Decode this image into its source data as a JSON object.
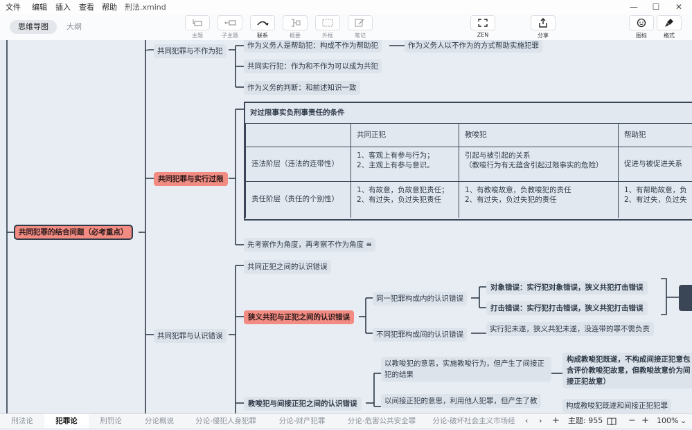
{
  "menu": [
    "文件",
    "编辑",
    "插入",
    "查看",
    "帮助"
  ],
  "filename": "刑法.xmind",
  "window_controls": [
    "—",
    "☐",
    "✕"
  ],
  "views": {
    "mindmap": "思维导图",
    "outline": "大纲"
  },
  "toolbar": {
    "topic": "主题",
    "subtopic": "子主题",
    "relation": "联系",
    "summary": "概要",
    "boundary": "外框",
    "note": "笔记",
    "zen": "ZEN",
    "share": "分享",
    "icons": "图标",
    "format": "格式"
  },
  "map": {
    "root": "共同犯罪的结合问题（必考重点）",
    "b1": {
      "title": "共同犯罪与不作为犯",
      "c1": "作为义务人是帮助犯：构成不作为帮助犯",
      "c1a": "作为义务人以不作为的方式帮助实施犯罪",
      "c2": "共同实行犯：作为和不作为可以成为共犯",
      "c3": "作为义务的判断：和前述知识一致"
    },
    "b2": {
      "title": "共同犯罪与实行过限",
      "table": {
        "title": "对过限事实负刑事责任的条件",
        "headers": [
          "",
          "共同正犯",
          "教唆犯",
          "帮助犯"
        ],
        "rows": [
          [
            "违法阶层（违法的连带性）",
            "1、客观上有参与行为；\n2、主观上有参与意识。",
            "引起与被引起的关系\n（教唆行为有无蕴含引起过限事实的危险）",
            "促进与被促进关系"
          ],
          [
            "责任阶层（责任的个别性）",
            "1、有故意，负故意犯责任；\n2、有过失，负过失犯责任",
            "1、有教唆故意，负教唆犯的责任\n2、有过失，负过失犯的责任",
            "1、有帮助故意，负\n2、有过失，负过失"
          ]
        ]
      },
      "note": "先考察作为角度，再考察不作为角度"
    },
    "b3": {
      "title": "共同犯罪与认识错误",
      "c1": "共同正犯之间的认识错误",
      "c2": "狭义共犯与正犯之间的认识错误",
      "c2a": "同一犯罪构成内的认识错误",
      "c2a1": "对象错误：实行犯对象错误，狭义共犯打击错误",
      "c2a2": "打击错误：实行犯打击错误，狭义共犯打击错误",
      "c2b": "不同犯罪构成间的认识错误",
      "c2b1": "实行犯未遂，狭义共犯未遂，没连带的罪不需负责",
      "c3": "教唆犯与间接正犯之间的认识错误",
      "c3a": "以教唆犯的意思，实施教唆行为，但产生了间接正犯的结果",
      "c3a1": "构成教唆犯既遂，不构成间接正犯意包含评价教唆犯故意，但教唆故意价为间接正犯故意）",
      "c3b": "以间接正犯的意思，利用他人犯罪，但产生了教",
      "c3b1": "构成教唆犯既遂和间接正犯犯罪"
    }
  },
  "sheets": [
    "刑法论",
    "犯罪论",
    "刑罚论",
    "分论概说",
    "分论-侵犯人身犯罪",
    "分论-财产犯罪",
    "分论-危害公共安全罪",
    "分论-破坏社会主义市场经"
  ],
  "active_sheet": "犯罪论",
  "status": {
    "prev": "‹",
    "next": "›",
    "add": "+",
    "topics": "主题: 955",
    "zoom_out": "−",
    "zoom_in": "+",
    "zoom": "100%"
  },
  "colors": {
    "accent_red": "#f28b82",
    "canvas": "#e8edf3",
    "line": "#2f3a48"
  }
}
